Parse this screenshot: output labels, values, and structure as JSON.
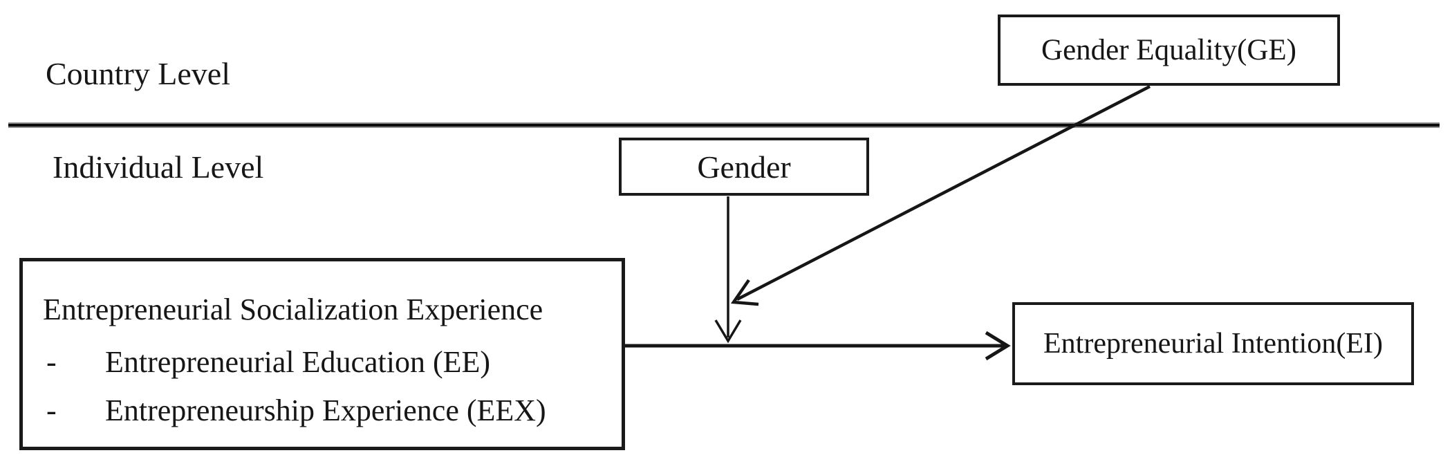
{
  "figure": {
    "type": "conceptual-model-diagram",
    "levels": {
      "country_level_label": "Country Level",
      "individual_level_label": "Individual Level"
    },
    "boxes": {
      "gender_equality": {
        "label": "Gender Equality(GE)"
      },
      "gender": {
        "label": "Gender"
      },
      "entrepreneurial_socialization": {
        "title": "Entrepreneurial Socialization Experience",
        "bullets": [
          {
            "marker": "-",
            "label": "Entrepreneurial Education (EE)"
          },
          {
            "marker": "-",
            "label": "Entrepreneurship Experience (EEX)"
          }
        ]
      },
      "entrepreneurial_intention": {
        "label": "Entrepreneurial Intention(EI)"
      }
    },
    "relations": [
      "Entrepreneurial Socialization Experience -> Entrepreneurial Intention(EI)",
      "Gender -> (moderates ESE->EI path)",
      "Gender Equality(GE) -> (cross-level moderation of Gender effect)"
    ],
    "colors": {
      "background": "#ffffff",
      "text": "#161616",
      "line": "#161616",
      "box_border": "#1a1a1a"
    }
  }
}
